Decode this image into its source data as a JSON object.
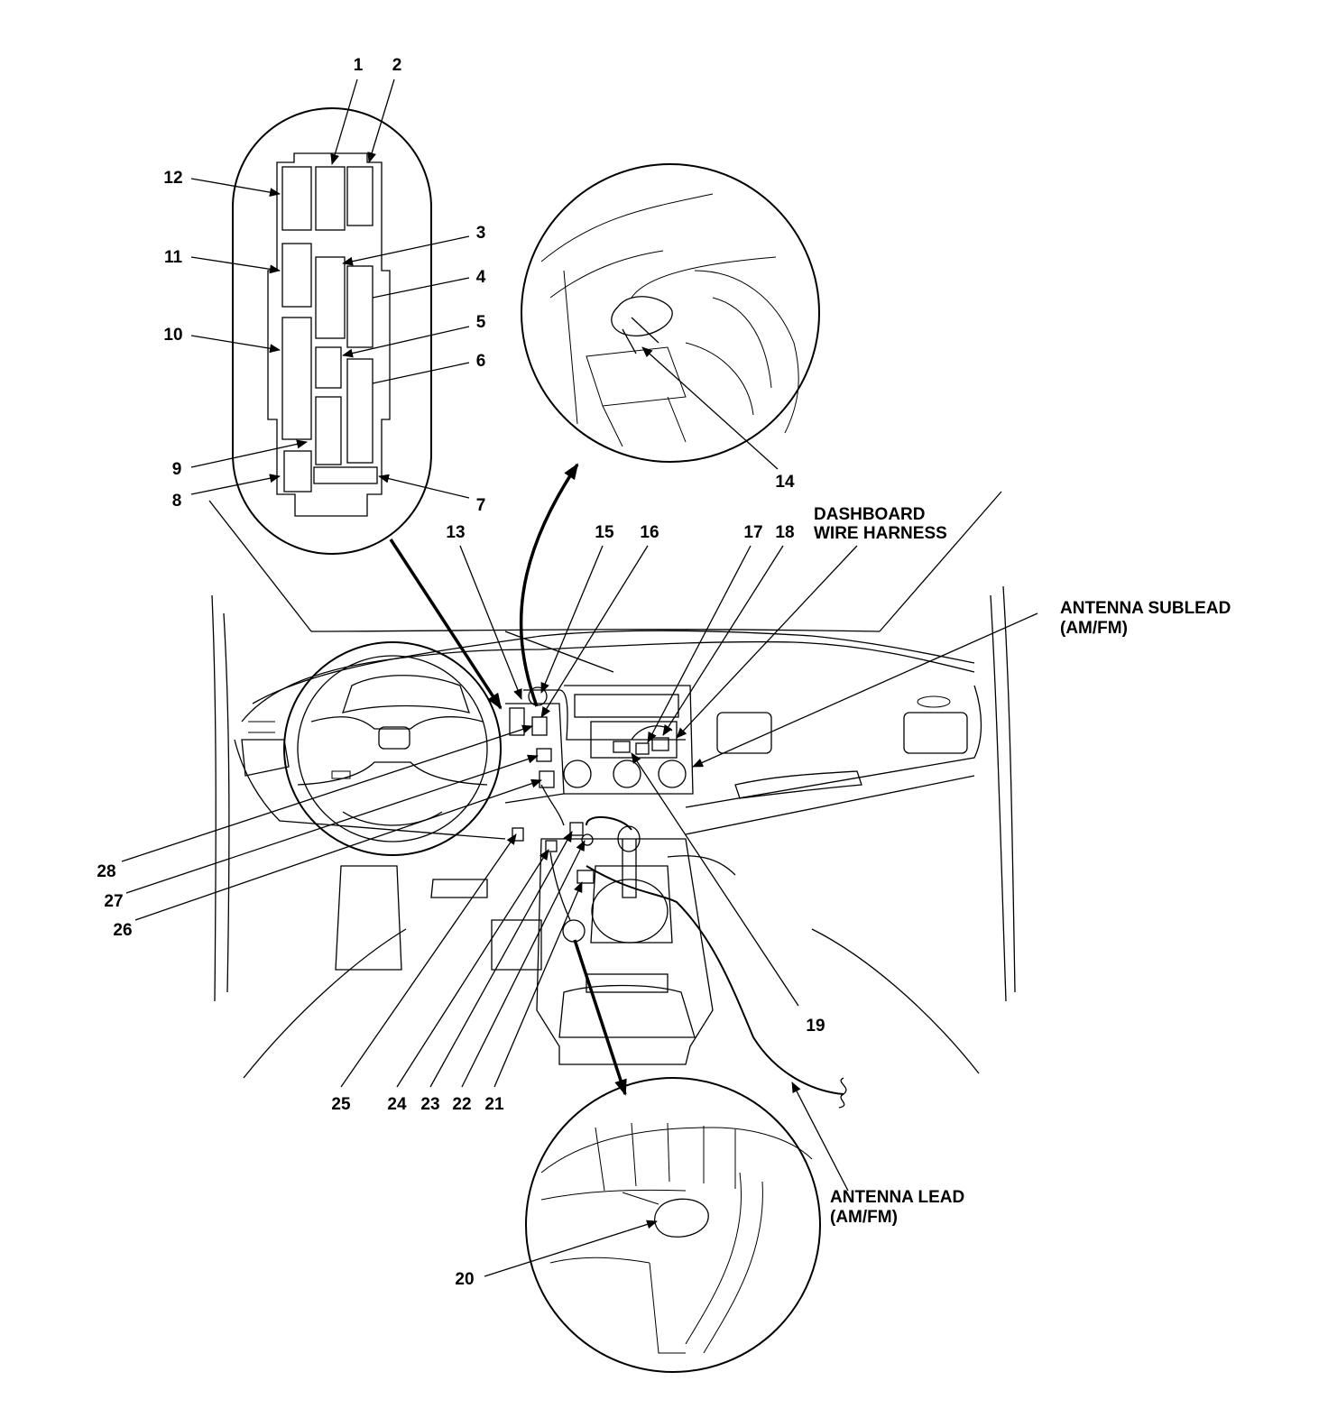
{
  "callouts": [
    "1",
    "2",
    "3",
    "4",
    "5",
    "6",
    "7",
    "8",
    "9",
    "10",
    "11",
    "12",
    "13",
    "14",
    "15",
    "16",
    "17",
    "18",
    "19",
    "20",
    "21",
    "22",
    "23",
    "24",
    "25",
    "26",
    "27",
    "28"
  ],
  "labels": {
    "dashboard_harness": [
      "DASHBOARD",
      "WIRE HARNESS"
    ],
    "antenna_sublead": [
      "ANTENNA SUBLEAD",
      "(AM/FM)"
    ],
    "antenna_lead": [
      "ANTENNA LEAD",
      "(AM/FM)"
    ]
  },
  "colors": {
    "ink": "#000000",
    "paper": "#ffffff"
  }
}
